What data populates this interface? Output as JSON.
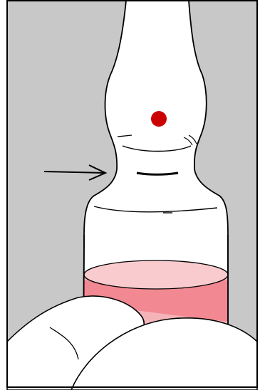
{
  "figure": {
    "colors": {
      "background": "#c8c8c8",
      "frame": "#000000",
      "glass": "#ffffff",
      "outline": "#000000",
      "liquid_front": "#f48a92",
      "liquid_back": "#f3a7ad",
      "liquid_surface": "#f9cbcf",
      "marker_dot": "#cc0000",
      "arrow": "#000000"
    },
    "elements": [
      "ampoule",
      "red-dot-marker",
      "constriction-neck",
      "pointer-arrow",
      "liquid-fill",
      "holding-hands"
    ]
  }
}
